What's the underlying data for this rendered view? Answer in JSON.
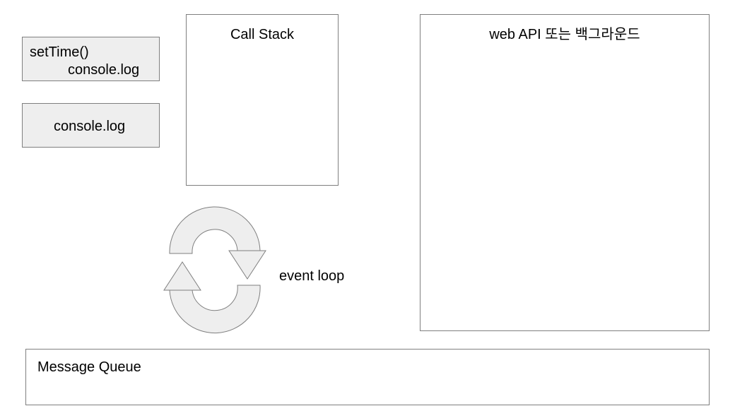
{
  "code_blocks": [
    {
      "lines": [
        "setTime()",
        "console.log"
      ]
    },
    {
      "lines": [
        "console.log"
      ]
    }
  ],
  "call_stack": {
    "title": "Call Stack"
  },
  "web_api": {
    "title": "web API 또는 백그라운드"
  },
  "event_loop": {
    "label": "event loop",
    "icon": "circular-arrows-icon",
    "fill": "#eeeeee",
    "stroke": "#7f7f7f"
  },
  "message_queue": {
    "title": "Message Queue"
  },
  "colors": {
    "code_block_fill": "#eeeeee",
    "border": "#7f7f7f",
    "background": "#ffffff"
  }
}
